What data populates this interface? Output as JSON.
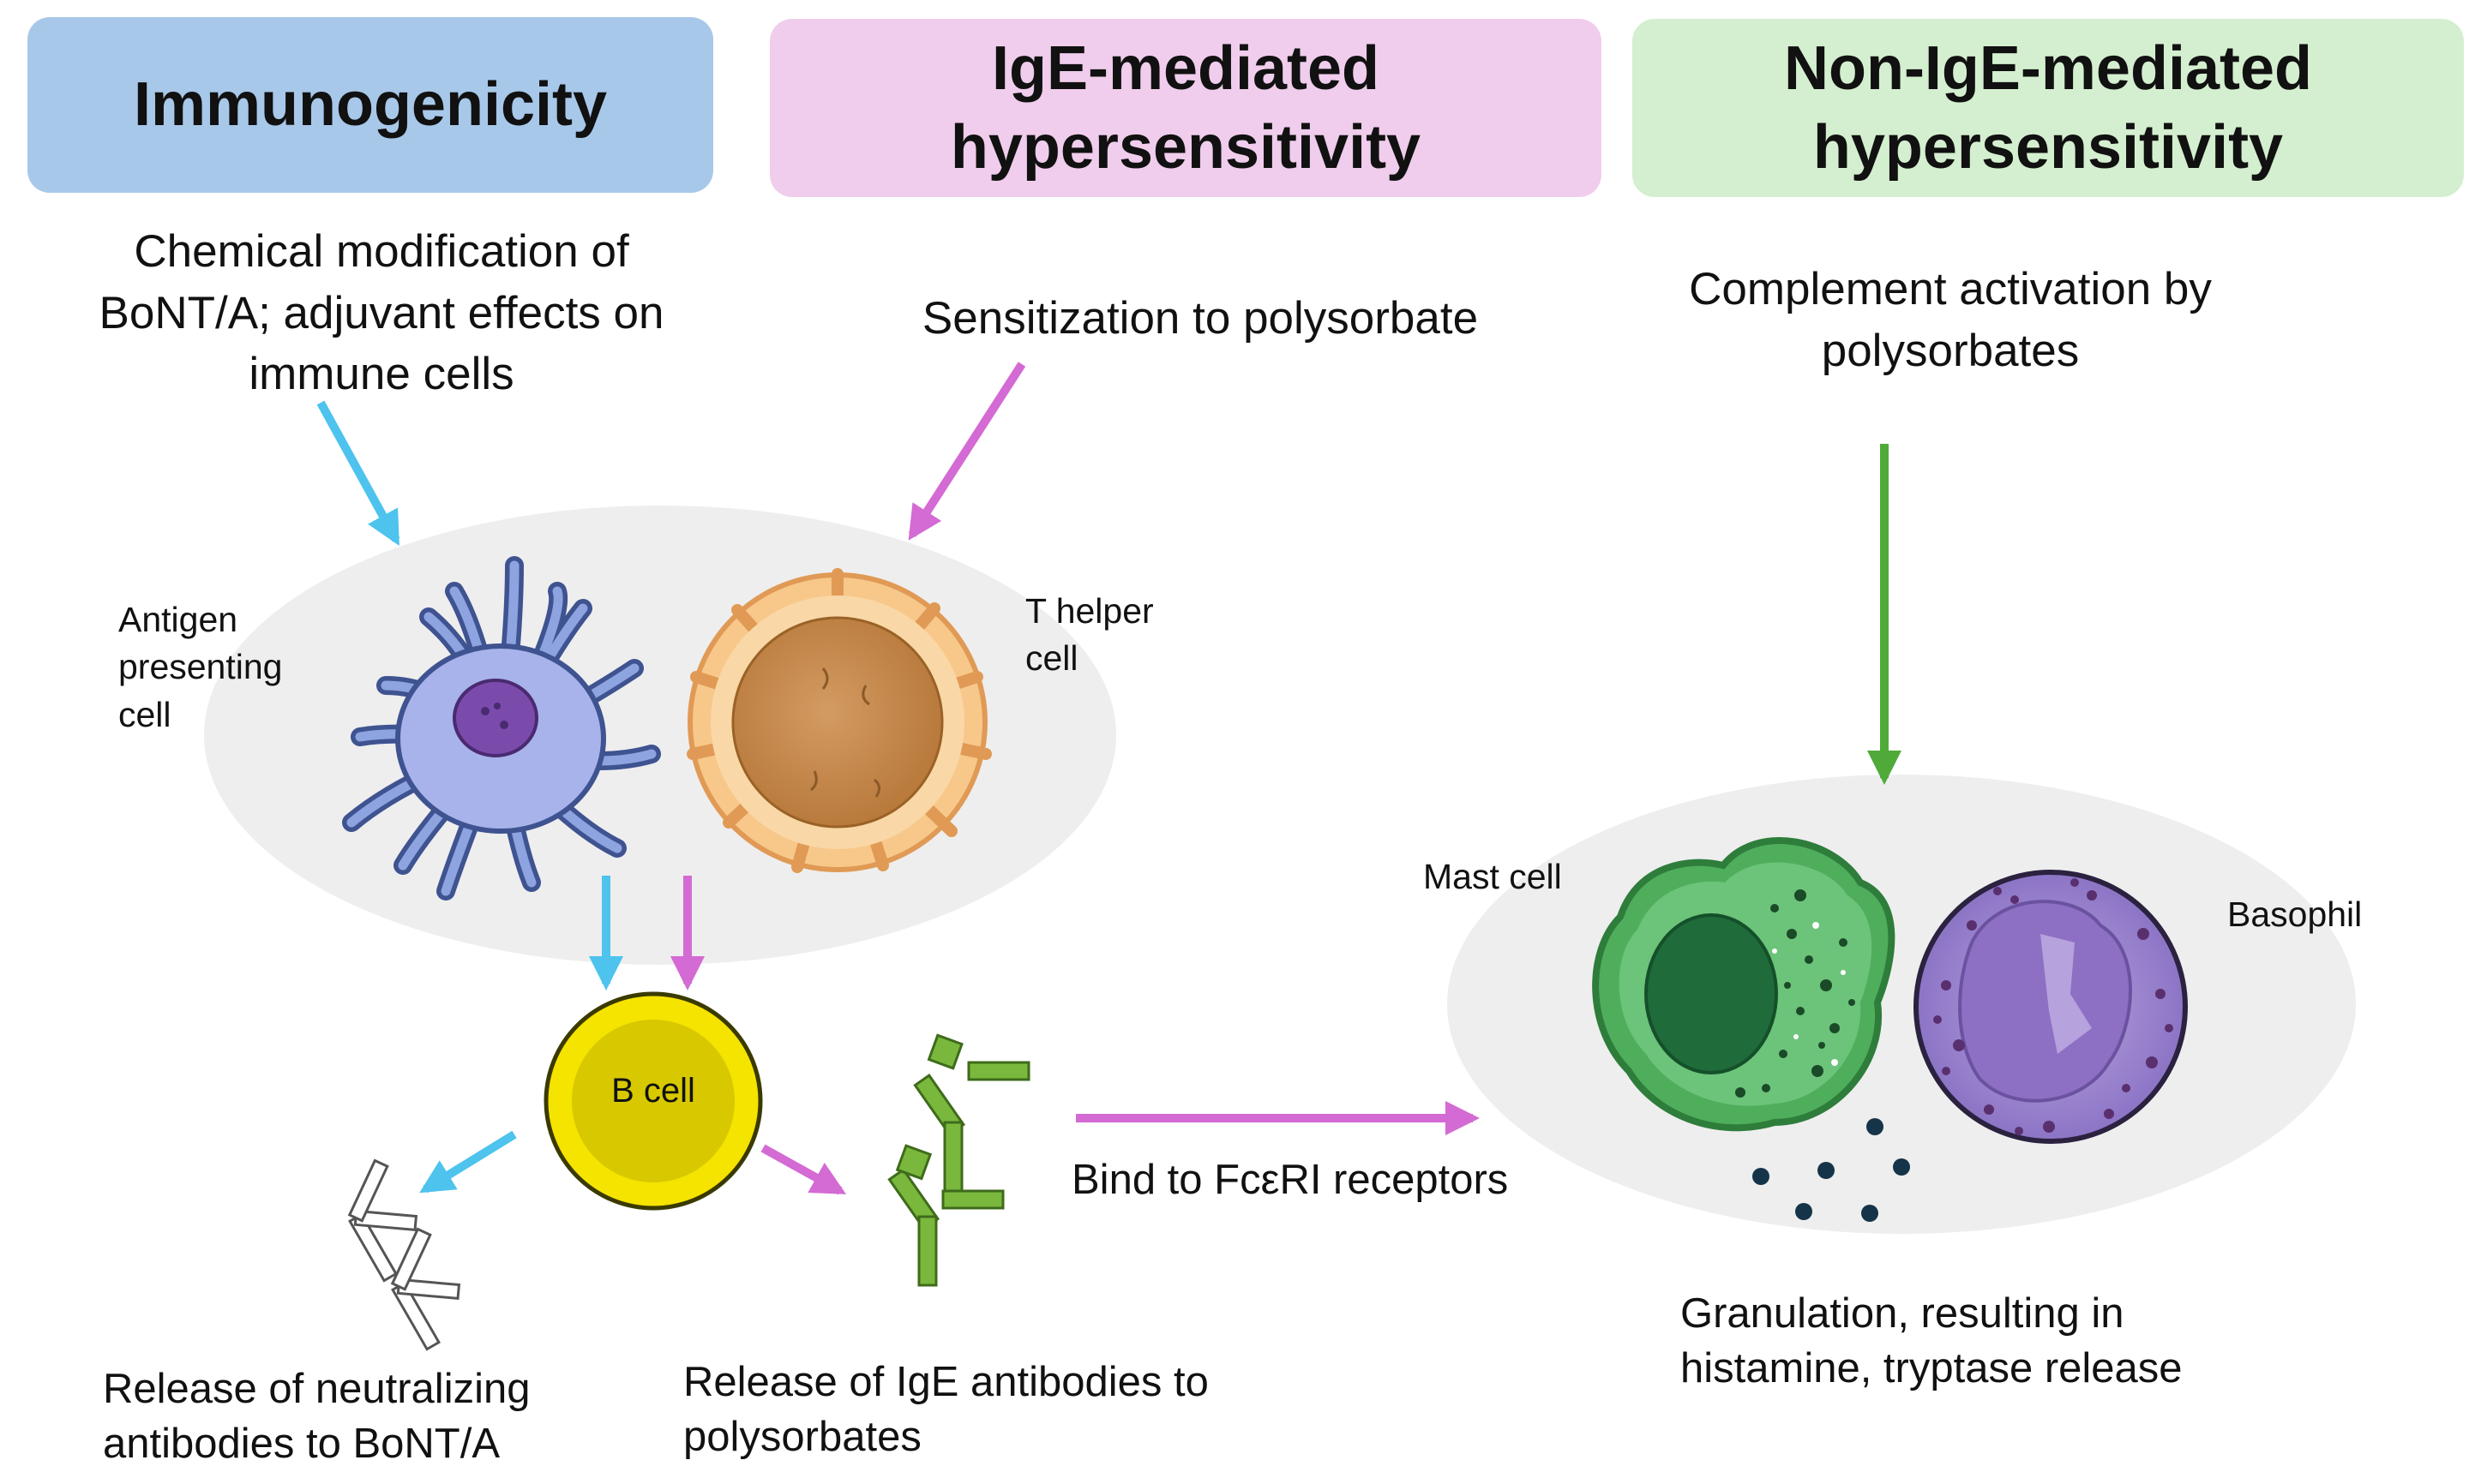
{
  "headers": {
    "immunogenicity": [
      "Immunogenicity"
    ],
    "ige": [
      "IgE-mediated",
      "hypersensitivity"
    ],
    "non_ige": [
      "Non-IgE-mediated",
      "hypersensitivity"
    ]
  },
  "texts": {
    "chemical_modification": [
      "Chemical modification of",
      "BoNT/A; adjuvant effects on",
      "immune cells"
    ],
    "sensitization": [
      "Sensitization to polysorbate"
    ],
    "complement": [
      "Complement activation by",
      "polysorbates"
    ],
    "bind_receptors": "Bind to FcεRI receptors",
    "release_neutralizing": [
      "Release of neutralizing",
      "antibodies to BoNT/A"
    ],
    "release_ige": [
      "Release of IgE antibodies to",
      "polysorbates"
    ],
    "granulation": [
      "Granulation, resulting in",
      "histamine, tryptase release"
    ]
  },
  "cell_labels": {
    "apc": [
      "Antigen",
      "presenting",
      "cell"
    ],
    "t_helper": [
      "T helper",
      "cell"
    ],
    "b_cell": "B cell",
    "mast_cell": "Mast cell",
    "basophil": "Basophil"
  },
  "colors": {
    "immunogenicity_header": "#a8c8ea",
    "ige_header": "#f0cdec",
    "non_ige_header": "#d4efcf",
    "blue_arrow": "#4dc3ee",
    "pink_arrow": "#d46ad4",
    "green_arrow": "#4faa3a",
    "ellipse": "#eeeeee",
    "b_cell_outer": "#f5e300",
    "b_cell_inner": "#d8c800",
    "antibody_green": "#79b83c"
  }
}
